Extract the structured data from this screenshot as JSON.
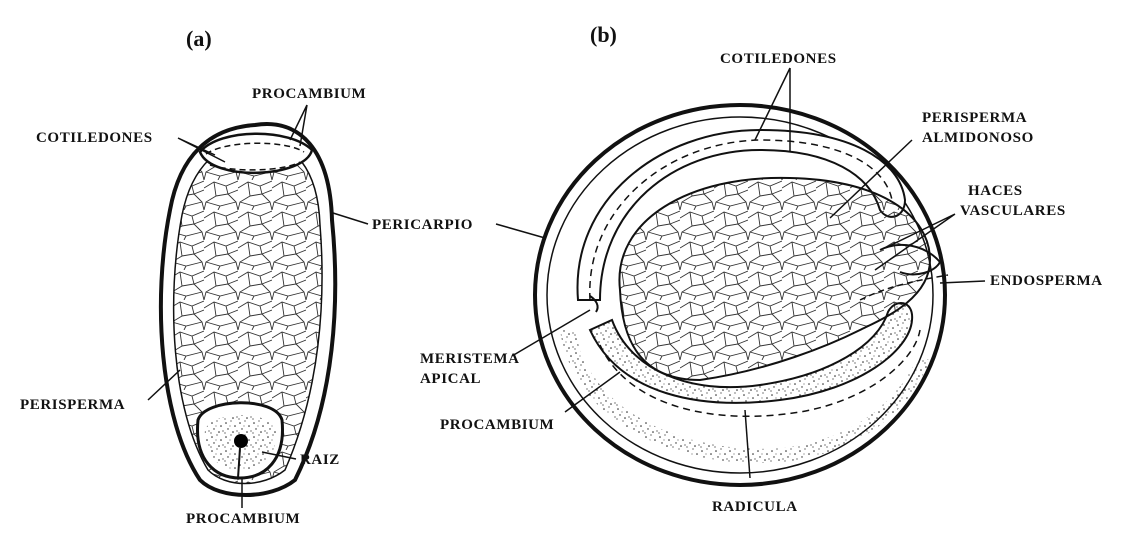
{
  "panels": {
    "a": "(a)",
    "b": "(b)"
  },
  "labels_a": {
    "procambium_top": "PROCAMBIUM",
    "cotiledones": "COTILEDONES",
    "pericarpio": "PERICARPIO",
    "perisperma": "PERISPERMA",
    "raiz": "RAIZ",
    "procambium_bottom": "PROCAMBIUM"
  },
  "labels_b": {
    "cotiledones": "COTILEDONES",
    "perisperma_almidonoso_1": "PERISPERMA",
    "perisperma_almidonoso_2": "ALMIDONOSO",
    "haces_vasculares_1": "HACES",
    "haces_vasculares_2": "VASCULARES",
    "endosperma": "ENDOSPERMA",
    "meristema_apical_1": "MERISTEMA",
    "meristema_apical_2": "APICAL",
    "procambium": "PROCAMBIUM",
    "radicula": "RADICULA"
  }
}
